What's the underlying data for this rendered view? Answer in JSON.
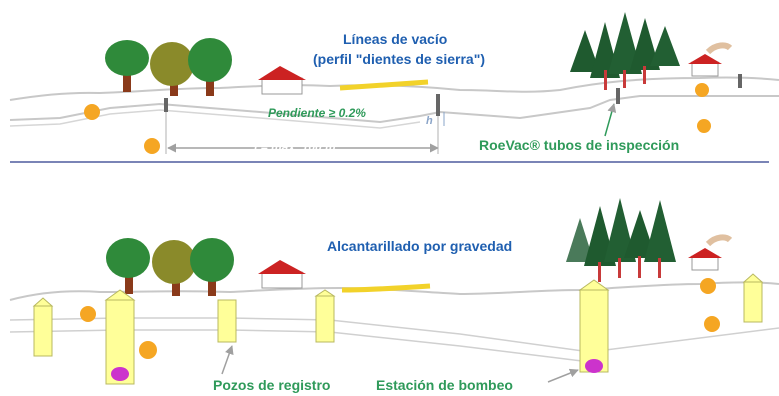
{
  "top_panel": {
    "title_line1": "Líneas de vacío",
    "title_line2": "(perfil \"dientes de sierra\")",
    "slope_label": "Pendiente ≥ 0.2%",
    "height_label": "h",
    "length_label": "l = max. 100 m",
    "inspection_label": "RoeVac® tubos de inspección"
  },
  "bottom_panel": {
    "title": "Alcantarillado por gravedad",
    "manholes_label": "Pozos de registro",
    "pump_station_label": "Estación de bombeo"
  },
  "colors": {
    "label_blue": "#1f5fb0",
    "label_green": "#2f9a5a",
    "divider": "#2a3a8a",
    "stone_orange": "#f5a623",
    "pipe_yellow": "#ffff99",
    "pump_magenta": "#cc33cc",
    "tree_green": "#2f8a3a",
    "tree_olive": "#8a8a2a",
    "pine_dark": "#1f5a2f",
    "roof_red": "#cc2222",
    "trunk_brown": "#8a3a1a"
  }
}
